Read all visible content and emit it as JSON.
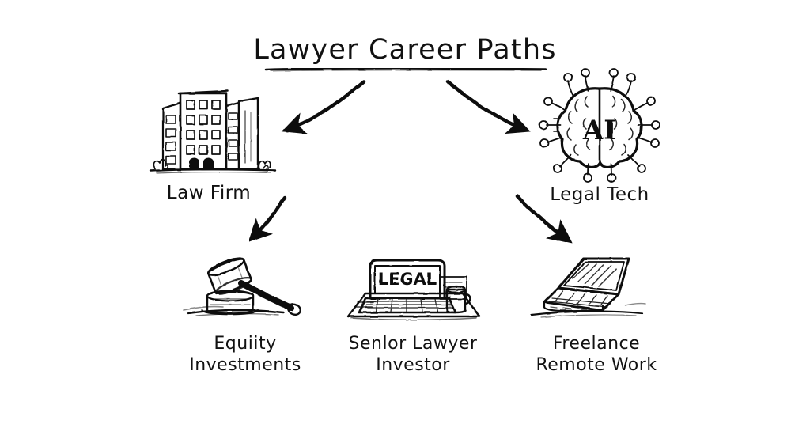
{
  "diagram": {
    "title": "Lawyer Career Paths",
    "style": "hand-drawn sketch",
    "ink_color": "#111111",
    "background_color": "#ffffff",
    "tier1": [
      {
        "id": "law-firm",
        "label": "Law Firm",
        "icon": "office-building-icon"
      },
      {
        "id": "senior-lawyer",
        "label": "",
        "icon": "laptop-legal-icon"
      },
      {
        "id": "legal-tech",
        "label": "Legal Tech",
        "icon": "ai-brain-icon",
        "icon_text": "AI"
      }
    ],
    "tier2": [
      {
        "id": "equity-investments",
        "label": "Equiity\nInvestments",
        "icon": "gavel-icon"
      },
      {
        "id": "senior-lawyer-investor",
        "label": "Senlor Lawyer\nInvestor",
        "icon": "laptop-desk-icon",
        "screen_text": "LEGAL"
      },
      {
        "id": "freelance-remote",
        "label": "Freelance\nRemote Work",
        "icon": "open-laptop-icon"
      }
    ],
    "arrows": [
      {
        "id": "title-to-law-firm",
        "shape": "curved-left"
      },
      {
        "id": "title-to-center",
        "shape": "straight-down"
      },
      {
        "id": "title-to-legal-tech",
        "shape": "curved-right"
      },
      {
        "id": "law-firm-to-equity",
        "shape": "diagonal-down-left"
      },
      {
        "id": "center-to-senior-lawyer",
        "shape": "straight-down"
      },
      {
        "id": "legal-tech-to-freelance",
        "shape": "diagonal-down-right"
      }
    ]
  }
}
